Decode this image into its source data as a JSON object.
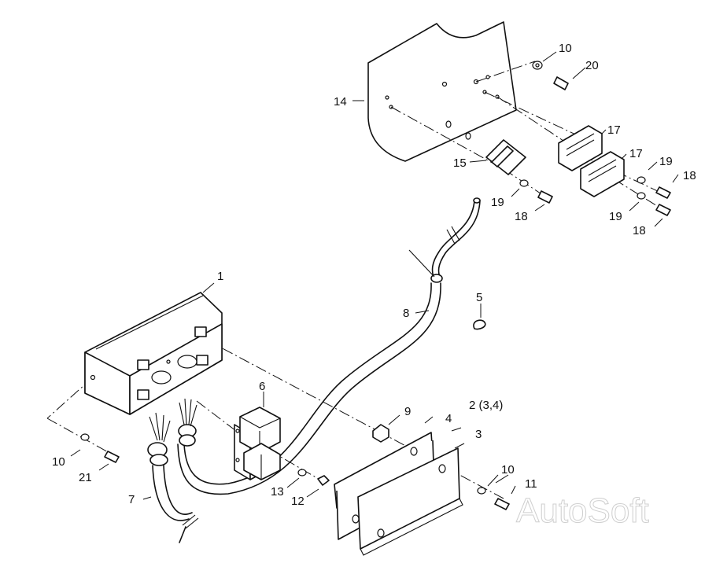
{
  "diagram": {
    "callouts": [
      {
        "id": "c1",
        "text": "1"
      },
      {
        "id": "c2",
        "text": "2 (3,4)"
      },
      {
        "id": "c3",
        "text": "3"
      },
      {
        "id": "c4",
        "text": "4"
      },
      {
        "id": "c5",
        "text": "5"
      },
      {
        "id": "c6",
        "text": "6"
      },
      {
        "id": "c7",
        "text": "7"
      },
      {
        "id": "c8",
        "text": "8"
      },
      {
        "id": "c9",
        "text": "9"
      },
      {
        "id": "c10a",
        "text": "10"
      },
      {
        "id": "c10b",
        "text": "10"
      },
      {
        "id": "c10c",
        "text": "10"
      },
      {
        "id": "c11",
        "text": "11"
      },
      {
        "id": "c12",
        "text": "12"
      },
      {
        "id": "c13",
        "text": "13"
      },
      {
        "id": "c14",
        "text": "14"
      },
      {
        "id": "c15",
        "text": "15"
      },
      {
        "id": "c17a",
        "text": "17"
      },
      {
        "id": "c17b",
        "text": "17"
      },
      {
        "id": "c18a",
        "text": "18"
      },
      {
        "id": "c18b",
        "text": "18"
      },
      {
        "id": "c18c",
        "text": "18"
      },
      {
        "id": "c19a",
        "text": "19"
      },
      {
        "id": "c19b",
        "text": "19"
      },
      {
        "id": "c19c",
        "text": "19"
      },
      {
        "id": "c20",
        "text": "20"
      },
      {
        "id": "c21",
        "text": "21"
      }
    ],
    "watermark": "AutoSoft"
  }
}
